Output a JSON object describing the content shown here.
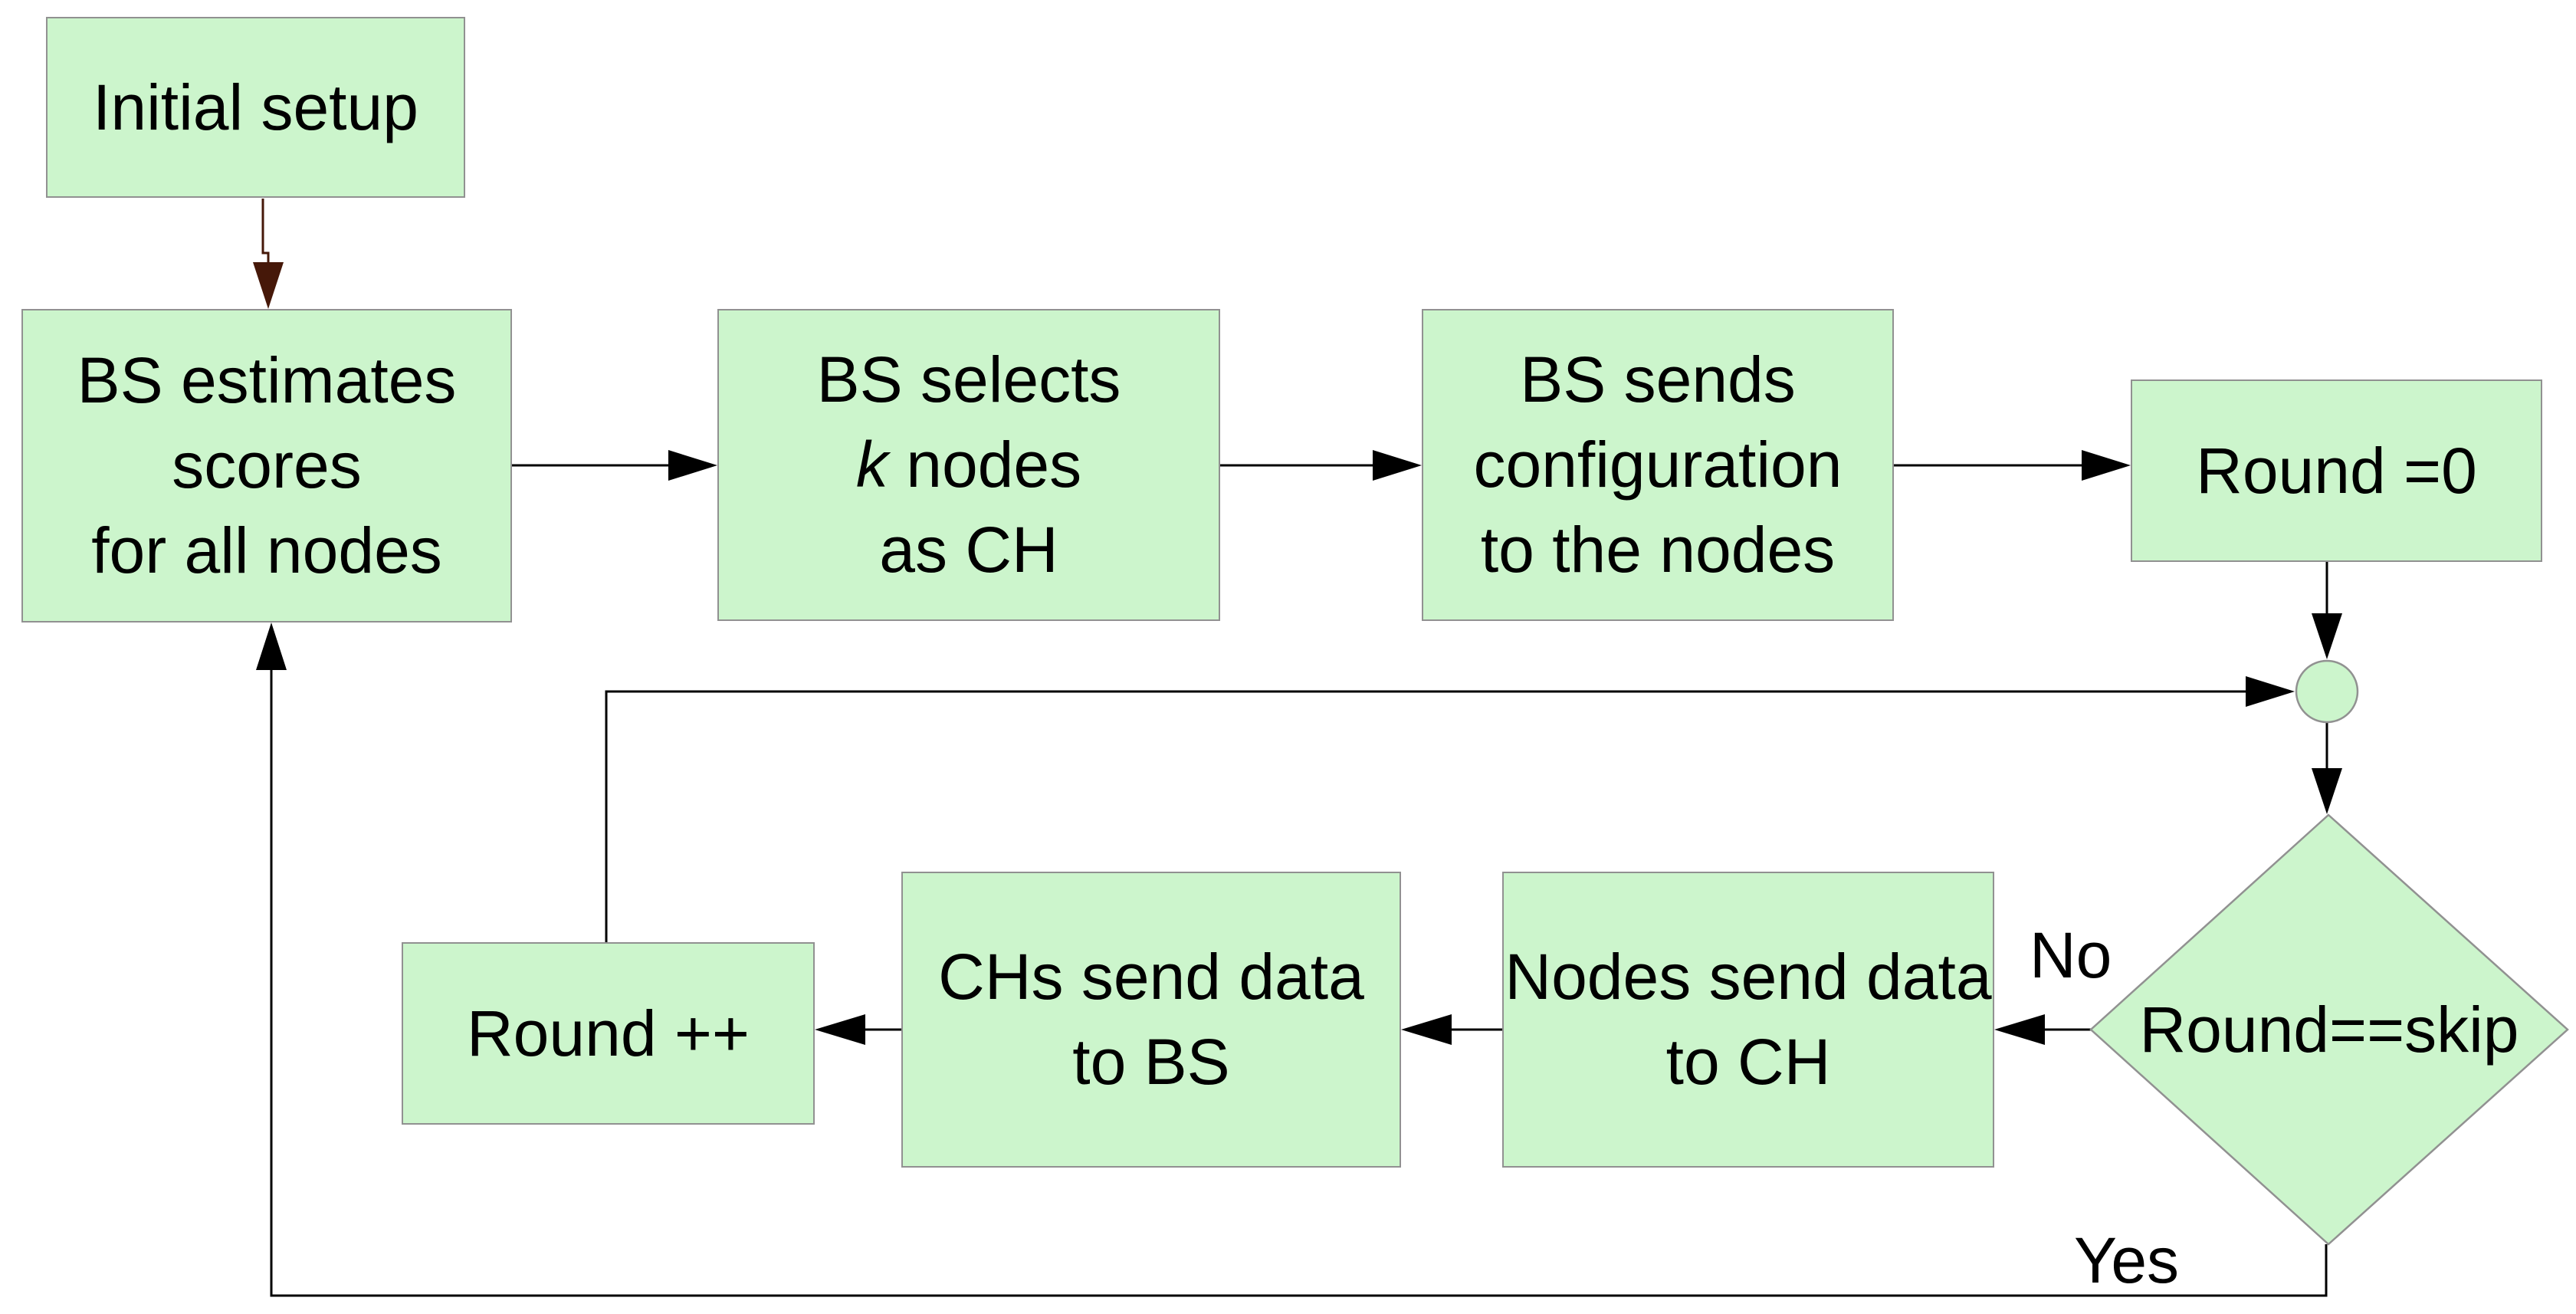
{
  "diagram": {
    "type": "flowchart",
    "background": "#ffffff"
  },
  "colors": {
    "node_fill": "#ccf5cc",
    "node_border": "#919191",
    "connector": "#000000",
    "start_connector": "#461809",
    "text": "#000000"
  },
  "nodes": {
    "initial_setup": {
      "shape": "rect",
      "label": "Initial setup"
    },
    "bs_estimates": {
      "shape": "rect",
      "lines": [
        "BS estimates",
        "scores",
        "for all nodes"
      ]
    },
    "bs_selects": {
      "shape": "rect",
      "line1": "BS selects",
      "line2_italic": "k",
      "line2_rest": " nodes",
      "line3": "as CH"
    },
    "bs_sends": {
      "shape": "rect",
      "lines": [
        "BS sends",
        "configuration",
        "to the nodes"
      ]
    },
    "round_zero": {
      "shape": "rect",
      "label": "Round =0"
    },
    "junction": {
      "shape": "circle"
    },
    "round_skip": {
      "shape": "diamond",
      "label": "Round==skip"
    },
    "nodes_send": {
      "shape": "rect",
      "lines": [
        "Nodes send data",
        "to CH"
      ]
    },
    "chs_send": {
      "shape": "rect",
      "lines": [
        "CHs send data",
        "to BS"
      ]
    },
    "round_increment": {
      "shape": "rect",
      "label": "Round ++"
    }
  },
  "edges": {
    "no_label": "No",
    "yes_label": "Yes"
  }
}
